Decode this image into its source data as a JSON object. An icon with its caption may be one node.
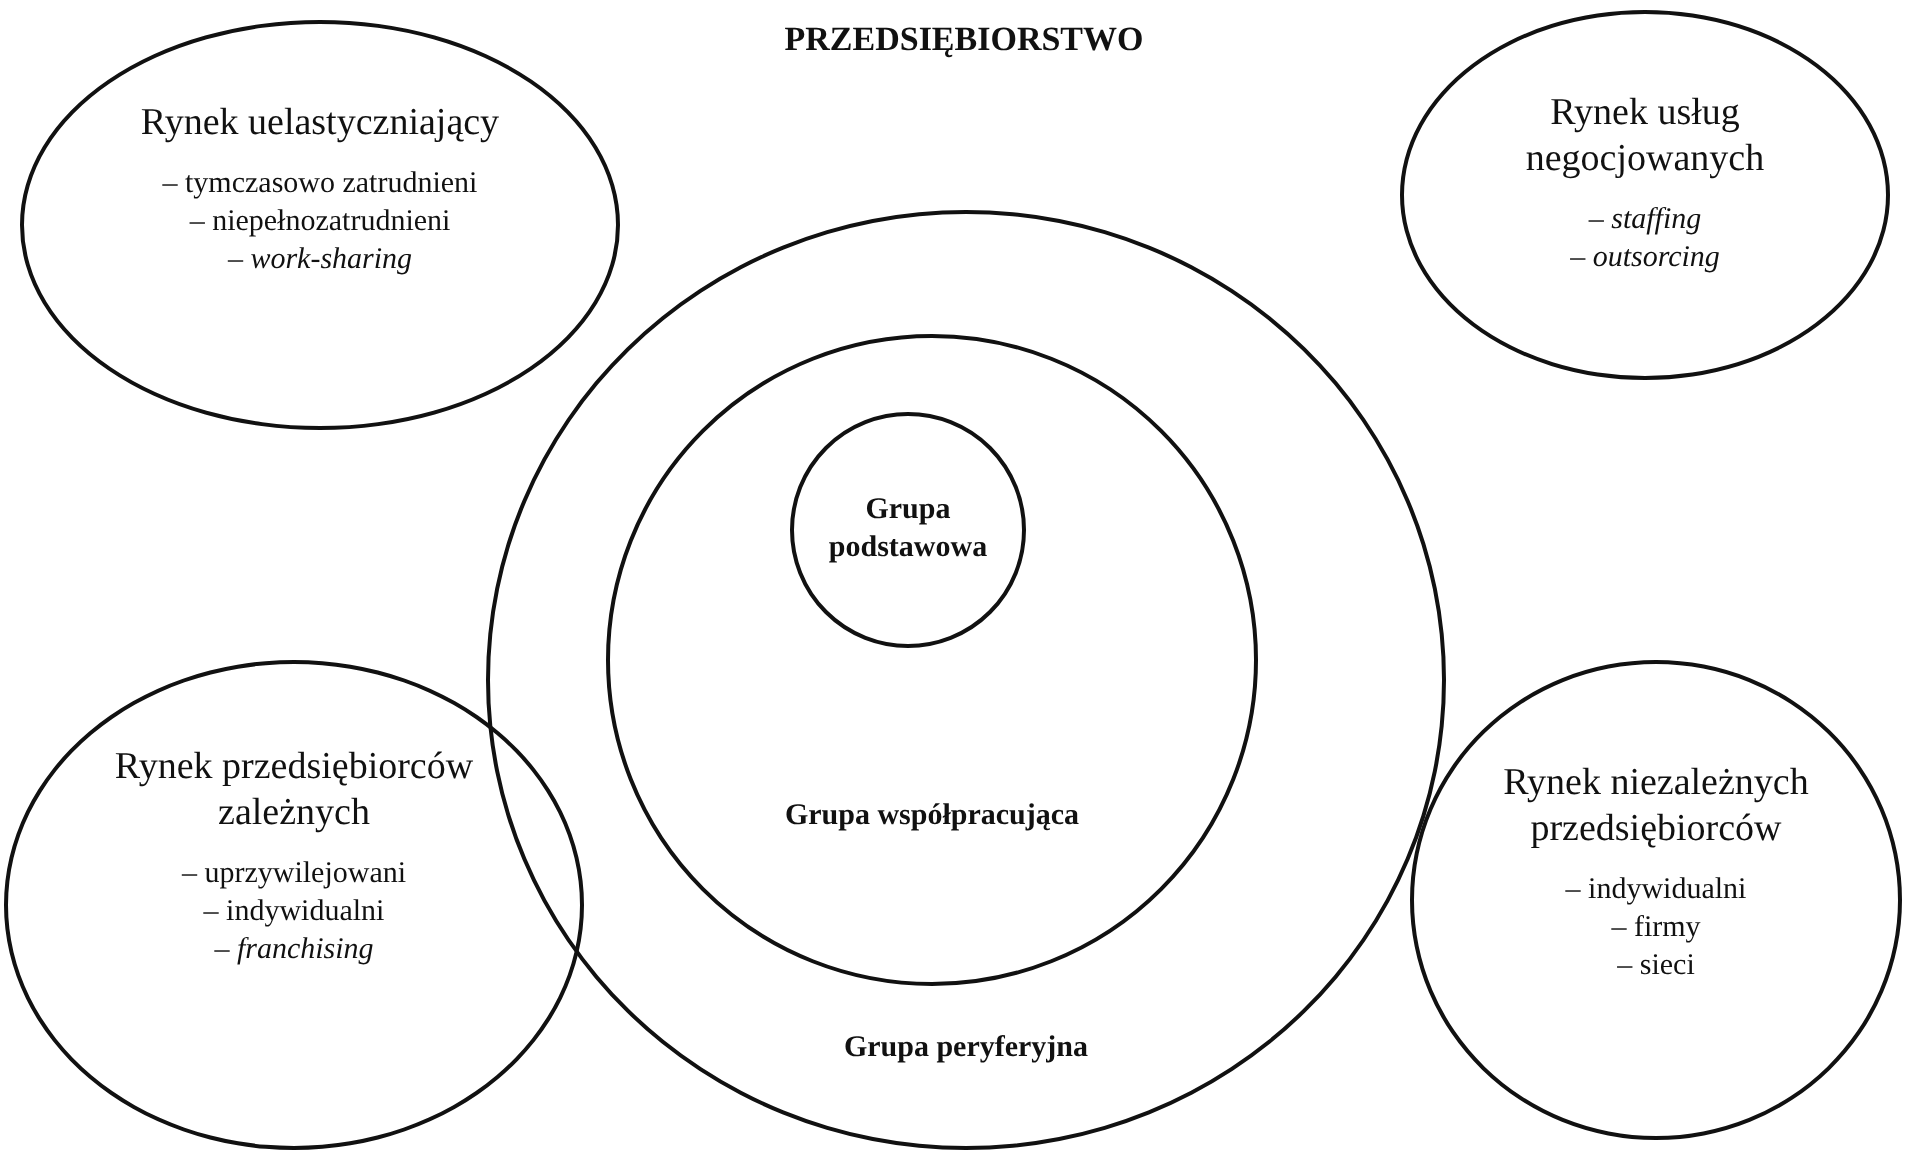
{
  "diagram": {
    "title": "PRZEDSIĘBIORSTWO",
    "nodes": [
      {
        "text": [
          "Rynek uelastyczniający",
          "– tymczasowo zatrudnieni",
          "– niepełnozatrudnieni",
          "– *work-sharing*"
        ]
      },
      {
        "text": [
          "Rynek usług negocjowanych",
          "– *staffing*",
          "– *outsorcing*"
        ]
      },
      {
        "text": [
          "Grupa peryferyjna"
        ]
      },
      {
        "text": [
          "Grupa współpracująca"
        ],
        "in": 2
      },
      {
        "text": [
          "Grupa podstawowa"
        ],
        "in": 3
      },
      {
        "text": [
          "Rynek przedsiębiorców zależnych",
          "– uprzywilejowani",
          "– indywidualni",
          "– *franchising*"
        ]
      },
      {
        "text": [
          "Rynek niezależnych przedsiębiorców",
          "– indywidualni",
          "– firmy",
          "– sieci"
        ]
      }
    ]
  }
}
